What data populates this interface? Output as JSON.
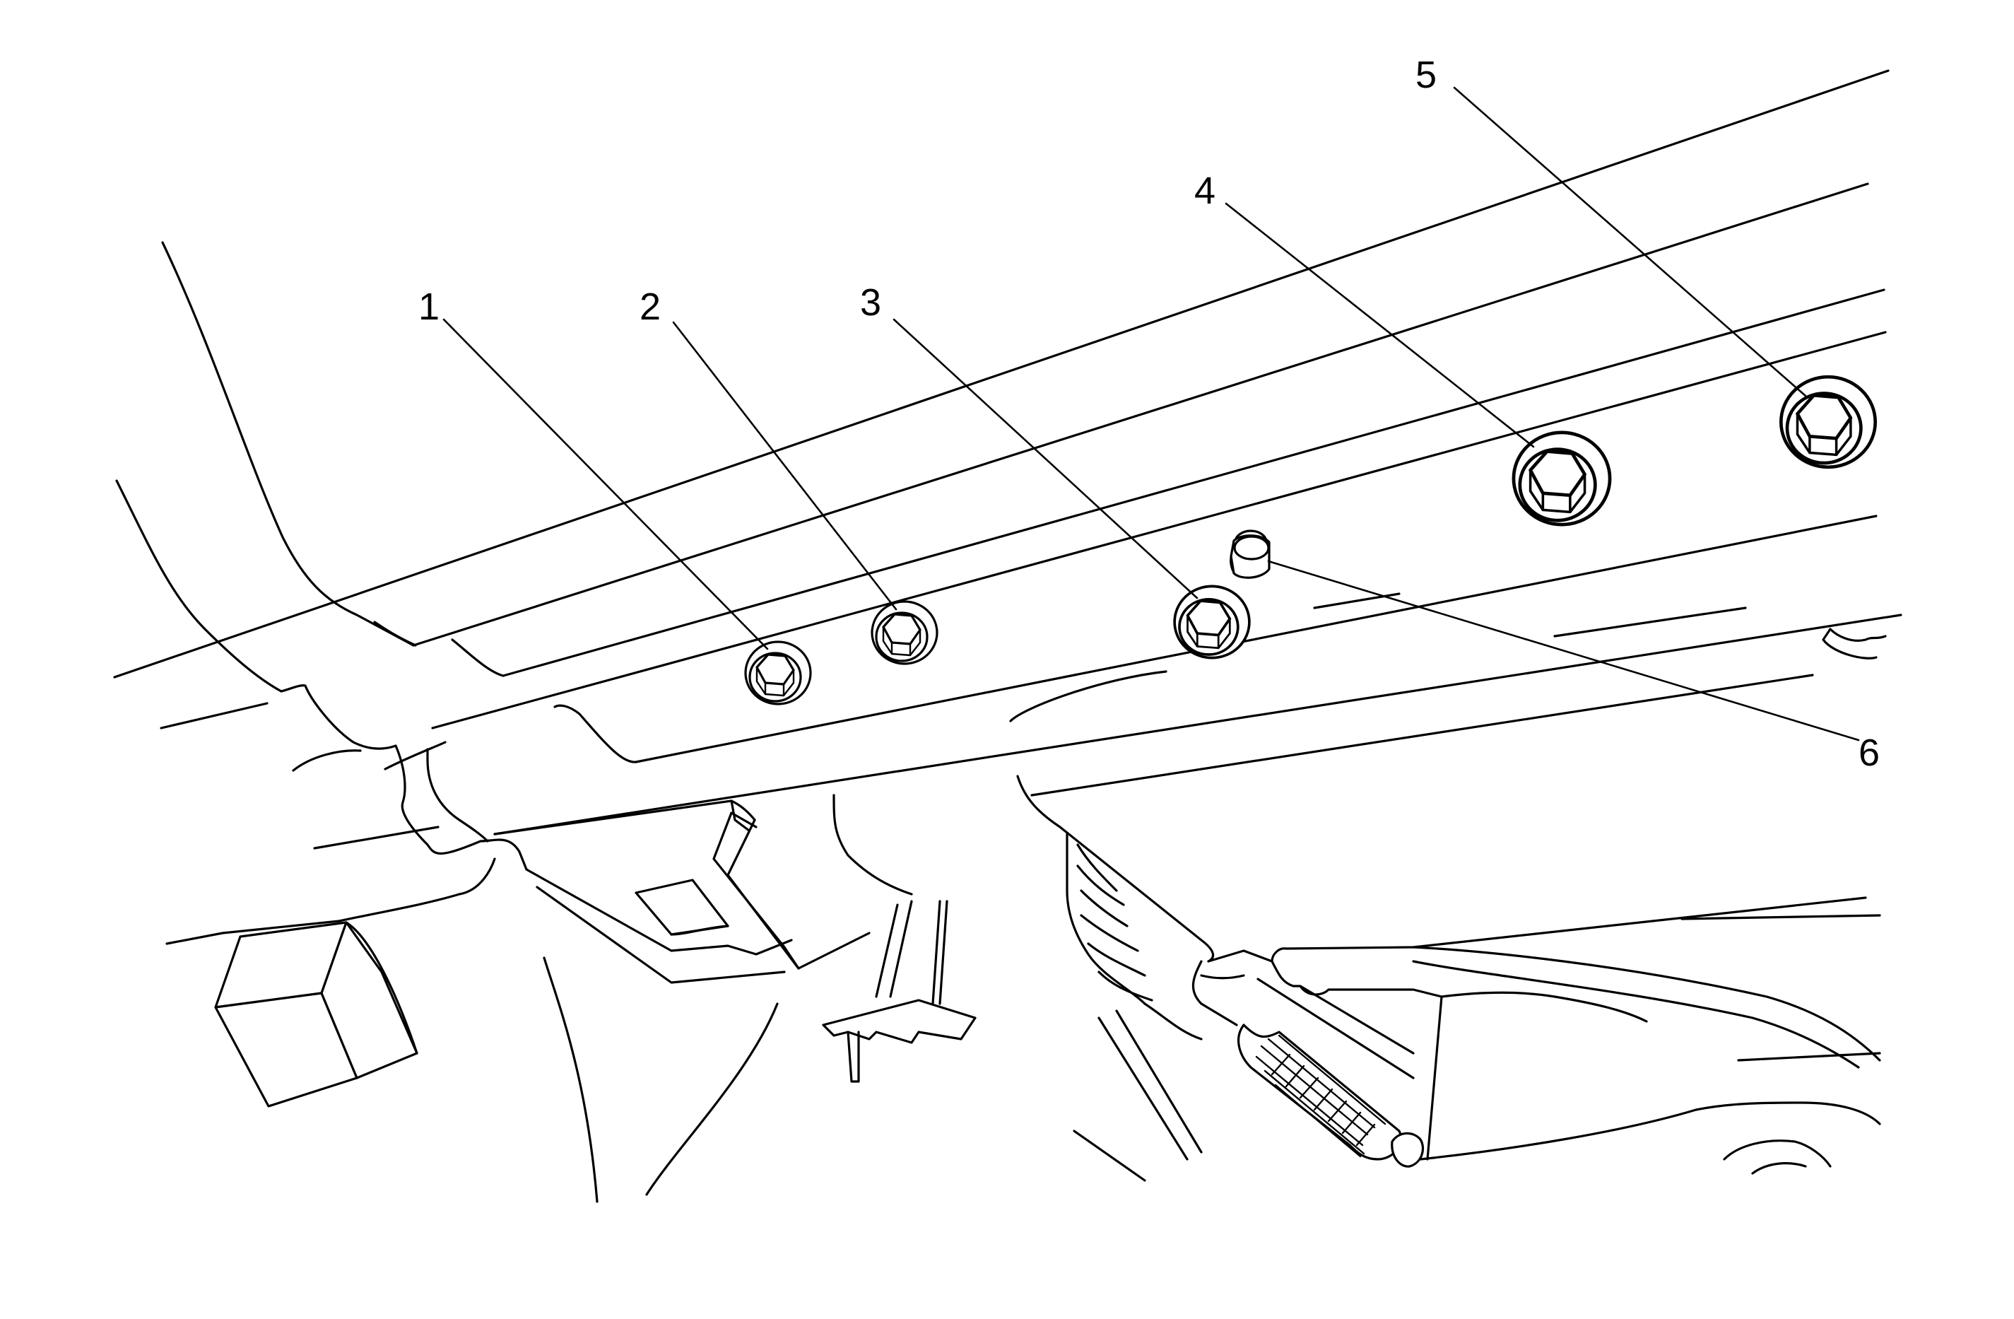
{
  "callouts": [
    {
      "id": "1",
      "label": "1",
      "part": "bolt"
    },
    {
      "id": "2",
      "label": "2",
      "part": "bolt"
    },
    {
      "id": "3",
      "label": "3",
      "part": "bolt"
    },
    {
      "id": "4",
      "label": "4",
      "part": "bolt"
    },
    {
      "id": "5",
      "label": "5",
      "part": "bolt"
    },
    {
      "id": "6",
      "label": "6",
      "part": "locating-pin"
    }
  ]
}
